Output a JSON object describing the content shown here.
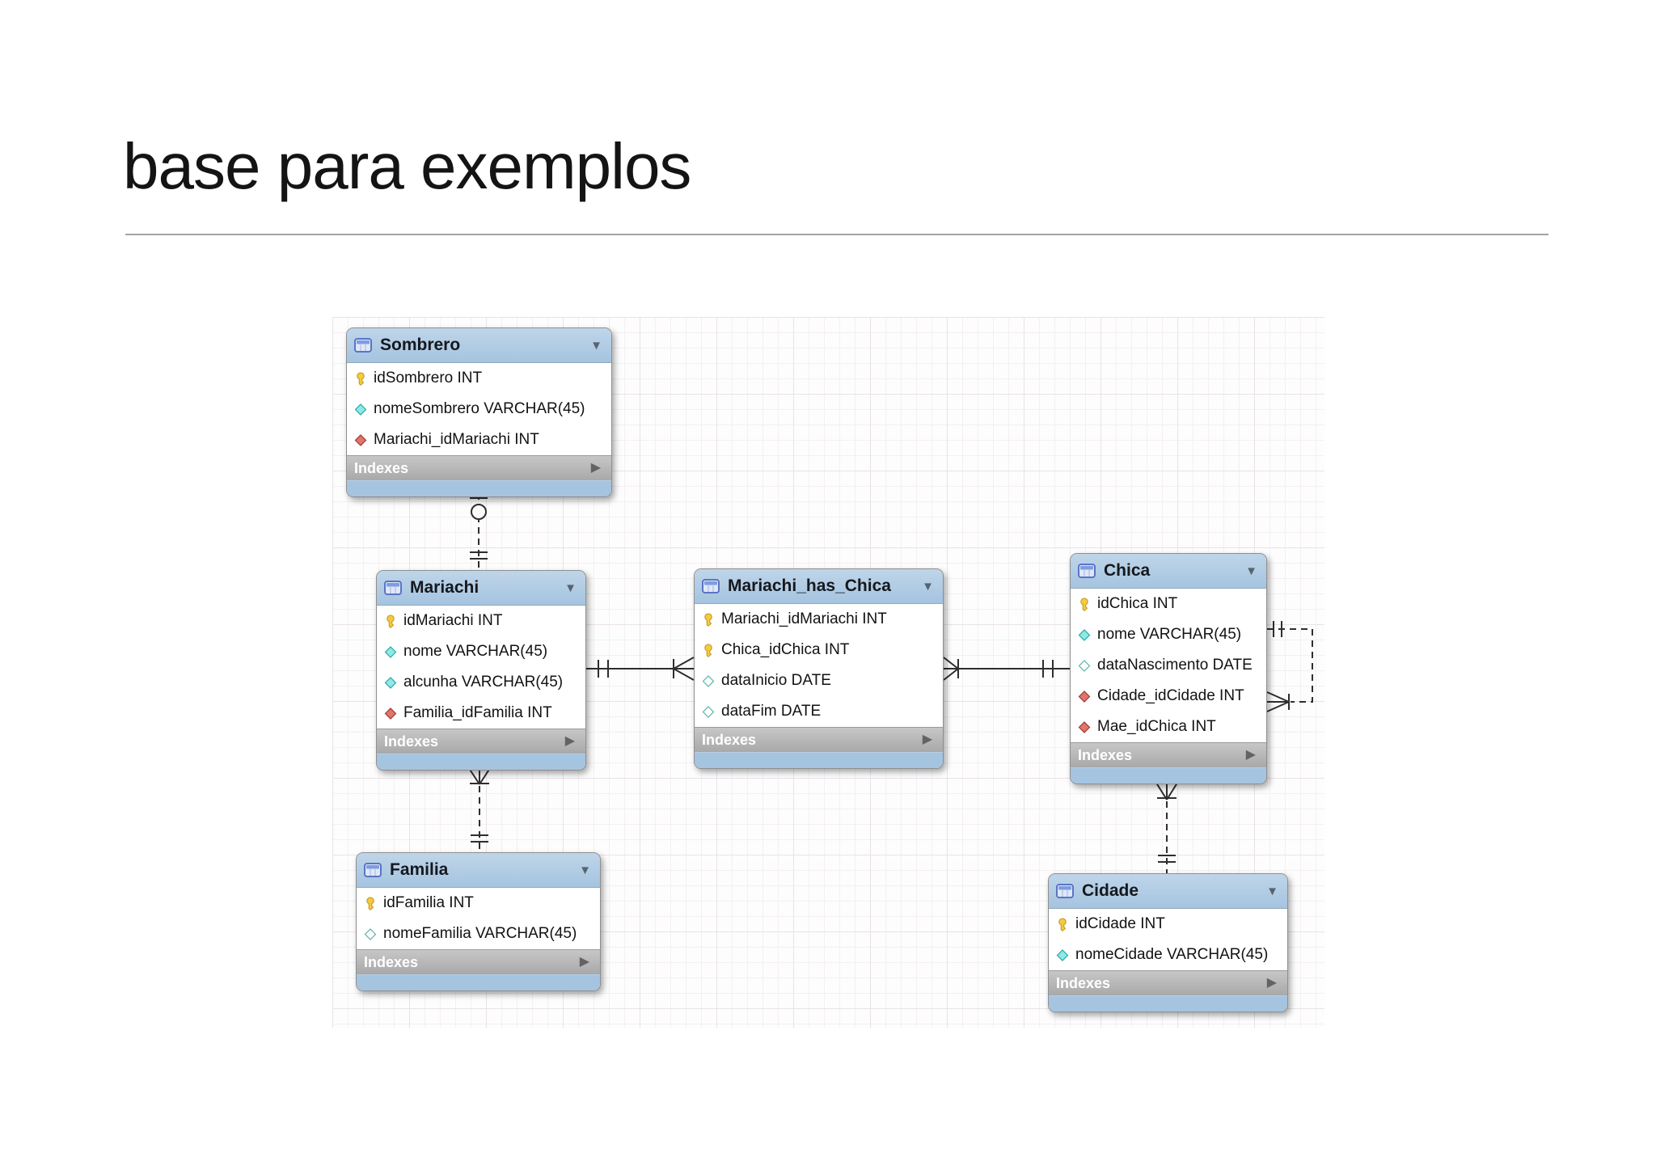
{
  "slide": {
    "title": "base para exemplos"
  },
  "diagram": {
    "indexes_label": "Indexes",
    "colors": {
      "table_header_blue": "#a5c4e0",
      "indexes_bar_gray": "#b2b2b2",
      "grid_line": "#ece5ea",
      "primary_key_icon_yellow": "#f5cb3d",
      "attribute_icon_cyan": "#8ee9e7",
      "foreign_key_icon_red": "#e1746b",
      "connector_line": "#2e2e2e"
    },
    "tables": [
      {
        "name": "Sombrero",
        "columns": [
          {
            "icon": "primary-key",
            "text": "idSombrero INT"
          },
          {
            "icon": "attribute",
            "text": "nomeSombrero VARCHAR(45)"
          },
          {
            "icon": "foreign-key",
            "text": "Mariachi_idMariachi INT"
          }
        ]
      },
      {
        "name": "Mariachi",
        "columns": [
          {
            "icon": "primary-key",
            "text": "idMariachi INT"
          },
          {
            "icon": "attribute",
            "text": "nome VARCHAR(45)"
          },
          {
            "icon": "attribute",
            "text": "alcunha VARCHAR(45)"
          },
          {
            "icon": "foreign-key",
            "text": "Familia_idFamilia INT"
          }
        ]
      },
      {
        "name": "Mariachi_has_Chica",
        "columns": [
          {
            "icon": "primary-key",
            "text": "Mariachi_idMariachi INT"
          },
          {
            "icon": "primary-key",
            "text": "Chica_idChica INT"
          },
          {
            "icon": "attribute-nullable",
            "text": "dataInicio DATE"
          },
          {
            "icon": "attribute-nullable",
            "text": "dataFim DATE"
          }
        ]
      },
      {
        "name": "Chica",
        "columns": [
          {
            "icon": "primary-key",
            "text": "idChica INT"
          },
          {
            "icon": "attribute",
            "text": "nome VARCHAR(45)"
          },
          {
            "icon": "attribute-nullable",
            "text": "dataNascimento DATE"
          },
          {
            "icon": "foreign-key",
            "text": "Cidade_idCidade INT"
          },
          {
            "icon": "foreign-key",
            "text": "Mae_idChica INT"
          }
        ]
      },
      {
        "name": "Familia",
        "columns": [
          {
            "icon": "primary-key",
            "text": "idFamilia INT"
          },
          {
            "icon": "attribute-nullable",
            "text": "nomeFamilia VARCHAR(45)"
          }
        ]
      },
      {
        "name": "Cidade",
        "columns": [
          {
            "icon": "primary-key",
            "text": "idCidade INT"
          },
          {
            "icon": "attribute",
            "text": "nomeCidade VARCHAR(45)"
          }
        ]
      }
    ],
    "relationships": [
      {
        "from": "Mariachi",
        "to": "Sombrero",
        "from_end": "exactly-one",
        "to_end": "zero-or-one",
        "line": "dashed"
      },
      {
        "from": "Mariachi",
        "to": "Mariachi_has_Chica",
        "from_end": "exactly-one",
        "to_end": "one-or-many",
        "line": "solid"
      },
      {
        "from": "Chica",
        "to": "Mariachi_has_Chica",
        "from_end": "exactly-one",
        "to_end": "one-or-many",
        "line": "solid"
      },
      {
        "from": "Familia",
        "to": "Mariachi",
        "from_end": "exactly-one",
        "to_end": "one-or-many",
        "line": "dashed"
      },
      {
        "from": "Cidade",
        "to": "Chica",
        "from_end": "exactly-one",
        "to_end": "one-or-many",
        "line": "dashed"
      },
      {
        "from": "Chica",
        "to": "Chica",
        "from_end": "exactly-one",
        "to_end": "one-or-many",
        "line": "dashed"
      }
    ]
  }
}
